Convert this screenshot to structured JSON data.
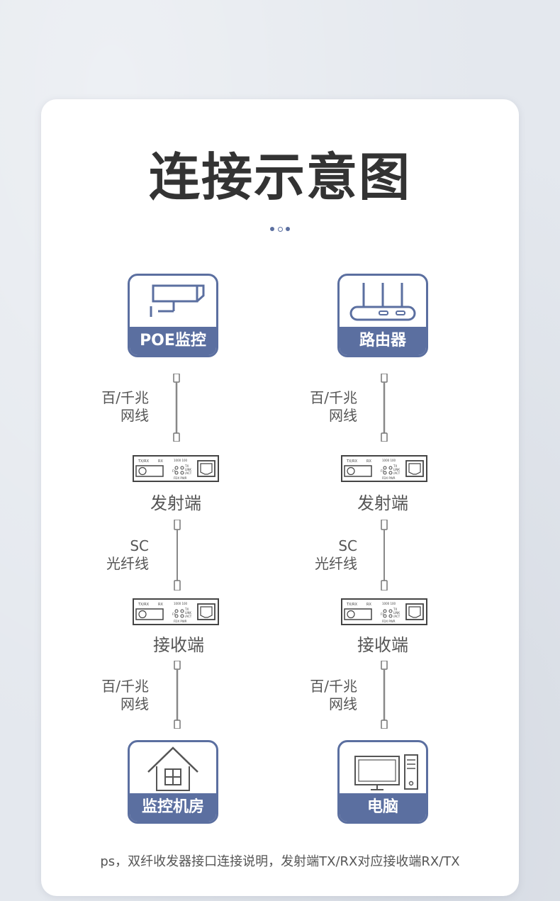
{
  "title": "连接示意图",
  "left": {
    "top_endpoint": {
      "label": "POE监控",
      "icon": "camera-icon"
    },
    "cable_top": {
      "line1": "百/千兆",
      "line2": "网线"
    },
    "transmitter": {
      "label": "发射端"
    },
    "fiber": {
      "line1": "SC",
      "line2": "光纤线"
    },
    "receiver": {
      "label": "接收端"
    },
    "cable_bottom": {
      "line1": "百/千兆",
      "line2": "网线"
    },
    "bottom_endpoint": {
      "label": "监控机房",
      "icon": "house-icon"
    }
  },
  "right": {
    "top_endpoint": {
      "label": "路由器",
      "icon": "router-icon"
    },
    "cable_top": {
      "line1": "百/千兆",
      "line2": "网线"
    },
    "transmitter": {
      "label": "发射端"
    },
    "fiber": {
      "line1": "SC",
      "line2": "光纤线"
    },
    "receiver": {
      "label": "接收端"
    },
    "cable_bottom": {
      "line1": "百/千兆",
      "line2": "网线"
    },
    "bottom_endpoint": {
      "label": "电脑",
      "icon": "computer-icon"
    }
  },
  "device_panel": {
    "port_label": "TX/RX",
    "rx_label": "RX",
    "speed_label": "1000 100",
    "fx_label": "FX",
    "tx_label": "TX",
    "link_label": "LINK",
    "act_label": "/ACT",
    "fdx_pwr_label": "FDX PWR"
  },
  "footnote": "ps，双纤收发器接口连接说明，发射端TX/RX对应接收端RX/TX",
  "colors": {
    "accent": "#5b6fa0",
    "text": "#333333",
    "muted": "#555555"
  }
}
